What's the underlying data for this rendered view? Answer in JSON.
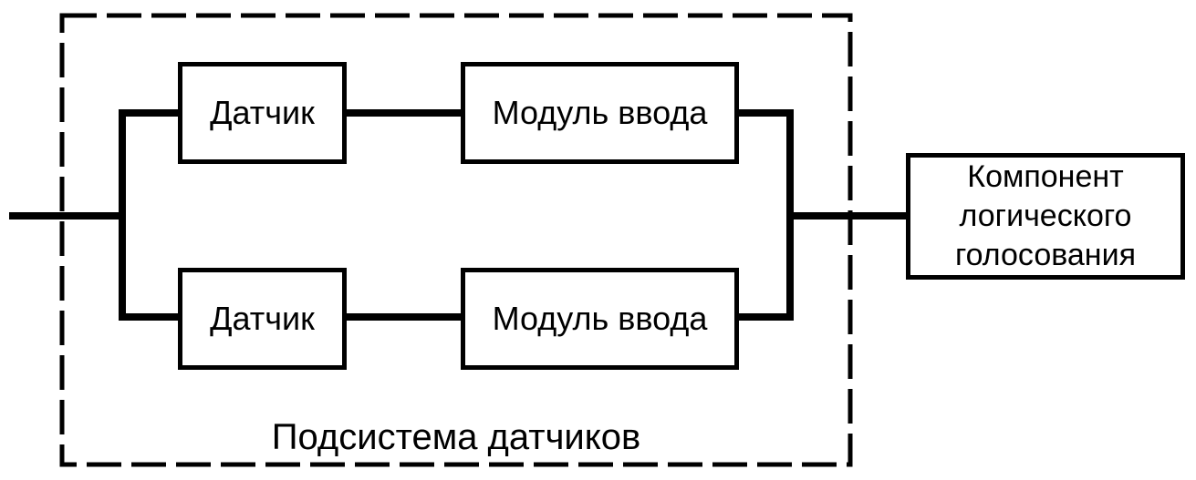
{
  "diagram": {
    "type": "reliability-block-diagram",
    "background_color": "#ffffff",
    "line_color": "#000000",
    "subsystem": {
      "label": "Подсистема датчиков",
      "border_style": "dashed",
      "branches": [
        {
          "sensor_label": "Датчик",
          "input_module_label": "Модуль ввода"
        },
        {
          "sensor_label": "Датчик",
          "input_module_label": "Модуль ввода"
        }
      ]
    },
    "voting_component": {
      "label": "Компонент логического голосования"
    }
  }
}
